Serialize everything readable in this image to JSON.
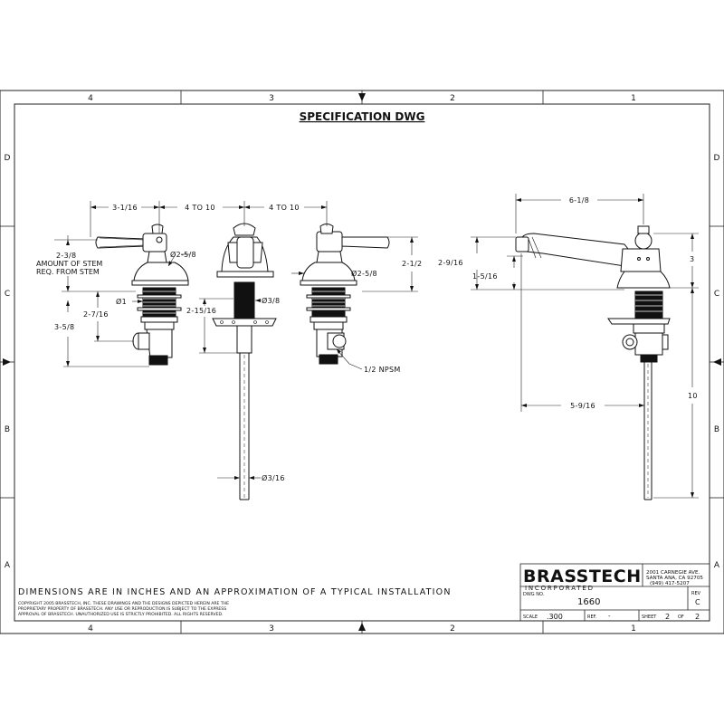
{
  "title": "SPECIFICATION DWG",
  "zones": {
    "columns": [
      "4",
      "3",
      "2",
      "1"
    ],
    "rows": [
      "D",
      "C",
      "B",
      "A"
    ]
  },
  "dimensions": {
    "d_3_1_16": "3-1/16",
    "d_4_to_10_a": "4 TO 10",
    "d_4_to_10_b": "4 TO 10",
    "d_6_1_8": "6-1/8",
    "d_2_3_8": "2-3/8",
    "stem_note": [
      "AMOUNT OF STEM",
      "REQ. FROM STEM"
    ],
    "dia_2_5_8_a": "Ø2-5/8",
    "dia_2_5_8_b": "Ø2-5/8",
    "dia_1": "Ø1",
    "d_2_7_16": "2-7/16",
    "d_3_5_8": "3-5/8",
    "dia_3_8": "Ø3/8",
    "d_2_15_16": "2-15/16",
    "d_2_1_2": "2-1/2",
    "npsm": "1/2 NPSM",
    "dia_3_16": "Ø3/16",
    "d_2_9_16": "2-9/16",
    "d_1_5_16": "1-5/16",
    "d_3": "3",
    "d_5_9_16": "5-9/16",
    "d_10": "10"
  },
  "notes": {
    "units": "DIMENSIONS ARE IN INCHES AND AN APPROXIMATION OF A TYPICAL INSTALLATION",
    "copyright": [
      "COPYRIGHT 2005 BRASSTECH, INC. THESE DRAWINGS AND THE DESIGNS DEPICTED HEREIN ARE THE",
      "PROPRIETARY PROPERTY OF BRASSTECH. ANY USE OR REPRODUCTION IS SUBJECT TO THE EXPRESS",
      "APPROVAL OF BRASSTECH. UNAUTHORIZED USE IS STRICTLY PROHIBITED. ALL RIGHTS RESERVED."
    ]
  },
  "title_block": {
    "company": "BRASSTECH",
    "incorporated": "INCORPORATED",
    "address": [
      "2001 CARNEGIE AVE.",
      "SANTA ANA, CA 92705",
      "(949) 417-5207"
    ],
    "dwg_no_label": "DWG NO.",
    "dwg_no": "1660",
    "rev_label": "REV",
    "rev": "C",
    "scale_label": "SCALE",
    "scale": ".300",
    "ref_label": "REF.",
    "ref": "-",
    "sheet_label": "SHEET",
    "sheet": "2",
    "of_label": "OF",
    "sheet_total": "2"
  }
}
